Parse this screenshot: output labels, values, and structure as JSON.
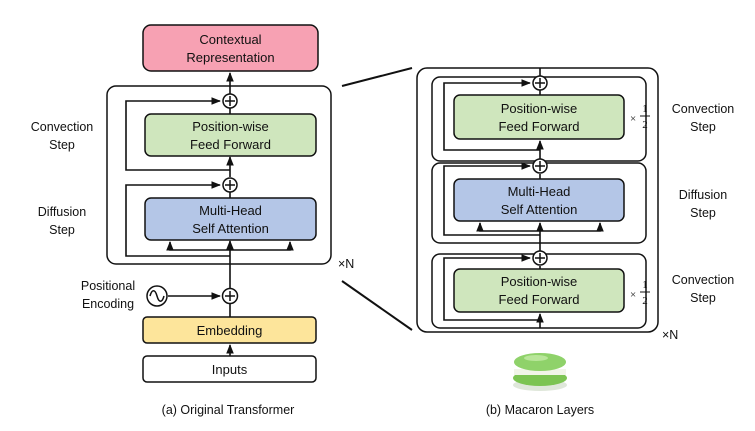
{
  "left": {
    "contextual": [
      "Contextual",
      "Representation"
    ],
    "feed_forward": [
      "Position-wise",
      "Feed Forward"
    ],
    "attention": [
      "Multi-Head",
      "Self Attention"
    ],
    "embedding": "Embedding",
    "inputs": "Inputs",
    "convection_step": [
      "Convection",
      "Step"
    ],
    "diffusion_step": [
      "Diffusion",
      "Step"
    ],
    "positional_encoding": [
      "Positional",
      "Encoding"
    ],
    "repeat": "×N",
    "caption": "(a) Original Transformer"
  },
  "right": {
    "top_ff": [
      "Position-wise",
      "Feed Forward"
    ],
    "attention": [
      "Multi-Head",
      "Self Attention"
    ],
    "bottom_ff": [
      "Position-wise",
      "Feed Forward"
    ],
    "half_times": "×",
    "half_num": "1",
    "half_den": "2",
    "convection_top": [
      "Convection",
      "Step"
    ],
    "diffusion": [
      "Diffusion",
      "Step"
    ],
    "convection_bottom": [
      "Convection",
      "Step"
    ],
    "repeat": "×N",
    "caption": "(b) Macaron Layers"
  },
  "colors": {
    "pink": "#f7a1b3",
    "green": "#cfe6bd",
    "blue": "#b4c6e7",
    "yellow": "#fde59b",
    "macaron": "#8fd26a"
  },
  "icons": [
    "plus-circle-icon",
    "sine-wave-icon",
    "macaron-image"
  ]
}
